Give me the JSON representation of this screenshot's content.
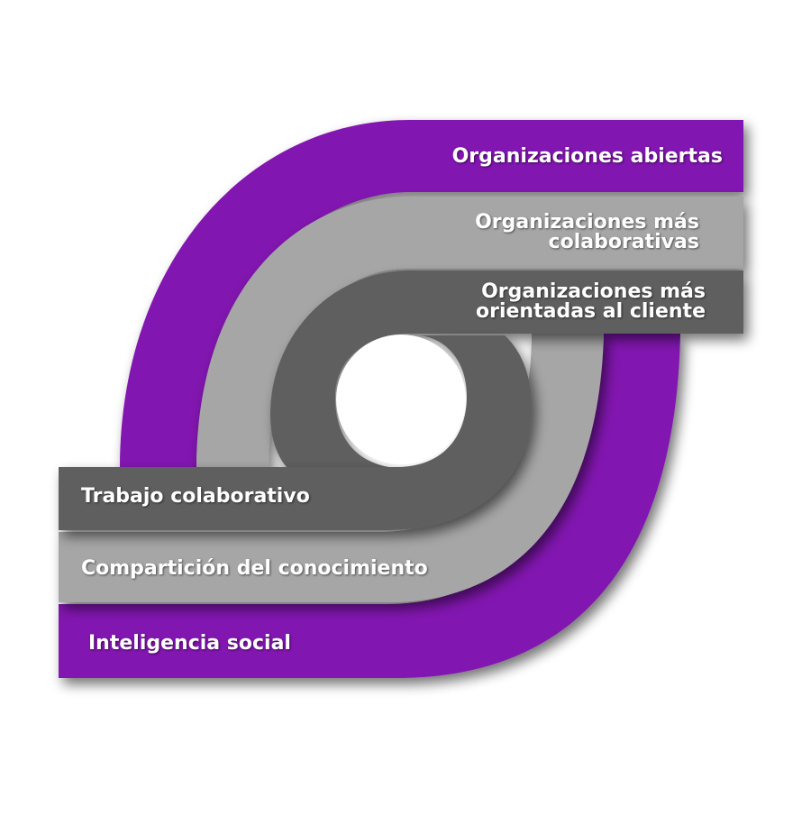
{
  "colors": {
    "purple": "#8213b0",
    "light_gray": "#a6a6a6",
    "dark_gray": "#5f5f5f",
    "text": "#ffffff",
    "background": "#ffffff"
  },
  "top_bands": {
    "outer": "Organizaciones abiertas",
    "middle": [
      "Organizaciones más",
      "colaborativas"
    ],
    "inner": [
      "Organizaciones más",
      "orientadas al cliente"
    ]
  },
  "bottom_bands": {
    "inner": "Trabajo colaborativo",
    "middle": "Compartición del conocimiento",
    "outer": "Inteligencia social"
  }
}
